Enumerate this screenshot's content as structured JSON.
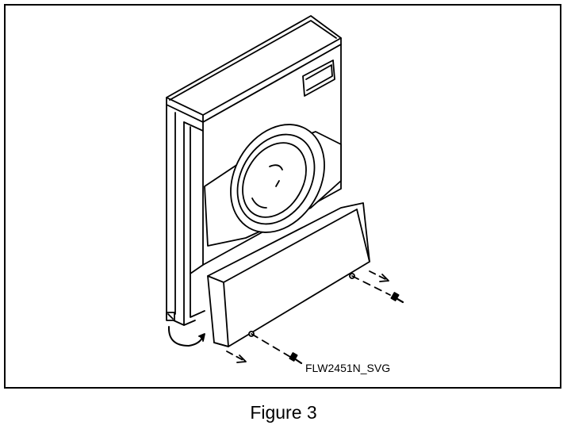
{
  "figure": {
    "drawing_code": "FLW2451N_SVG",
    "caption": "Figure 3"
  },
  "colors": {
    "line": "#000000",
    "fill": "#ffffff",
    "frame": "#000000"
  },
  "parts": [
    "washer-cabinet",
    "control-panel",
    "dispenser-drawer",
    "door",
    "door-glass",
    "kickplate-panel",
    "screw-left",
    "screw-right",
    "rotation-arrow"
  ]
}
